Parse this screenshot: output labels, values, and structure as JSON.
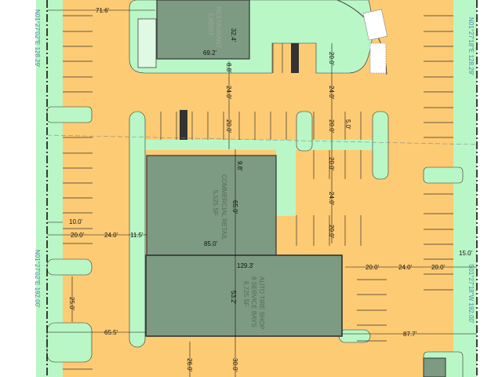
{
  "title": "Site Plan",
  "colors": {
    "paving": "#fdcb74",
    "landscape": "#b9f7c6",
    "building": "#7d9a82",
    "background": "#ffffff"
  },
  "buildings": {
    "restaurant": {
      "name": "RESTAURANT",
      "area": "2,900SF"
    },
    "commercial": {
      "name": "COMMERCIAL RETAIL",
      "area": "5,525 SF"
    },
    "auto": {
      "name": "AUTO TIRE SHOP",
      "bays": "8 SERVICE BAYS",
      "area": "6,725 SF"
    }
  },
  "property_lines": {
    "left_top": "N01°27'02\"E 128.29'",
    "left_bottom": "N01°27'02\"E 192.00'",
    "right_top": "N01°27'18\"E 128.29'",
    "right_bottom": "S01°27'18\"W 192.00'"
  },
  "dimensions": {
    "d71_6": "71.6'",
    "d32_4": "32.4'",
    "d69_2": "69.2'",
    "d8_8": "8.8'",
    "d24_a": "24.0'",
    "d20_a": "20.0'",
    "d9_8": "9.8'",
    "d20_b": "20.0'",
    "d24_b": "24.0'",
    "d20_c": "20.0'",
    "d5_0": "5.0'",
    "d20_d": "20.0'",
    "d24_c": "24.0'",
    "d20_e": "20.0'",
    "d65_0": "65.0'",
    "d85_0": "85.0'",
    "d129_3": "129.3'",
    "d53_2": "53.2'",
    "d26_0": "26.0'",
    "d30_0": "30.0'",
    "d10_0": "10.0'",
    "d20_f": "20.0'",
    "d24_d": "24.0'",
    "d11_5": "11.5'",
    "d25_0": "25.0'",
    "d65_5": "65.5'",
    "d87_7": "87.7'",
    "d20_g": "20.0'",
    "d24_e": "24.0'",
    "d20_h": "20.0'",
    "d15_0": "15.0'"
  }
}
